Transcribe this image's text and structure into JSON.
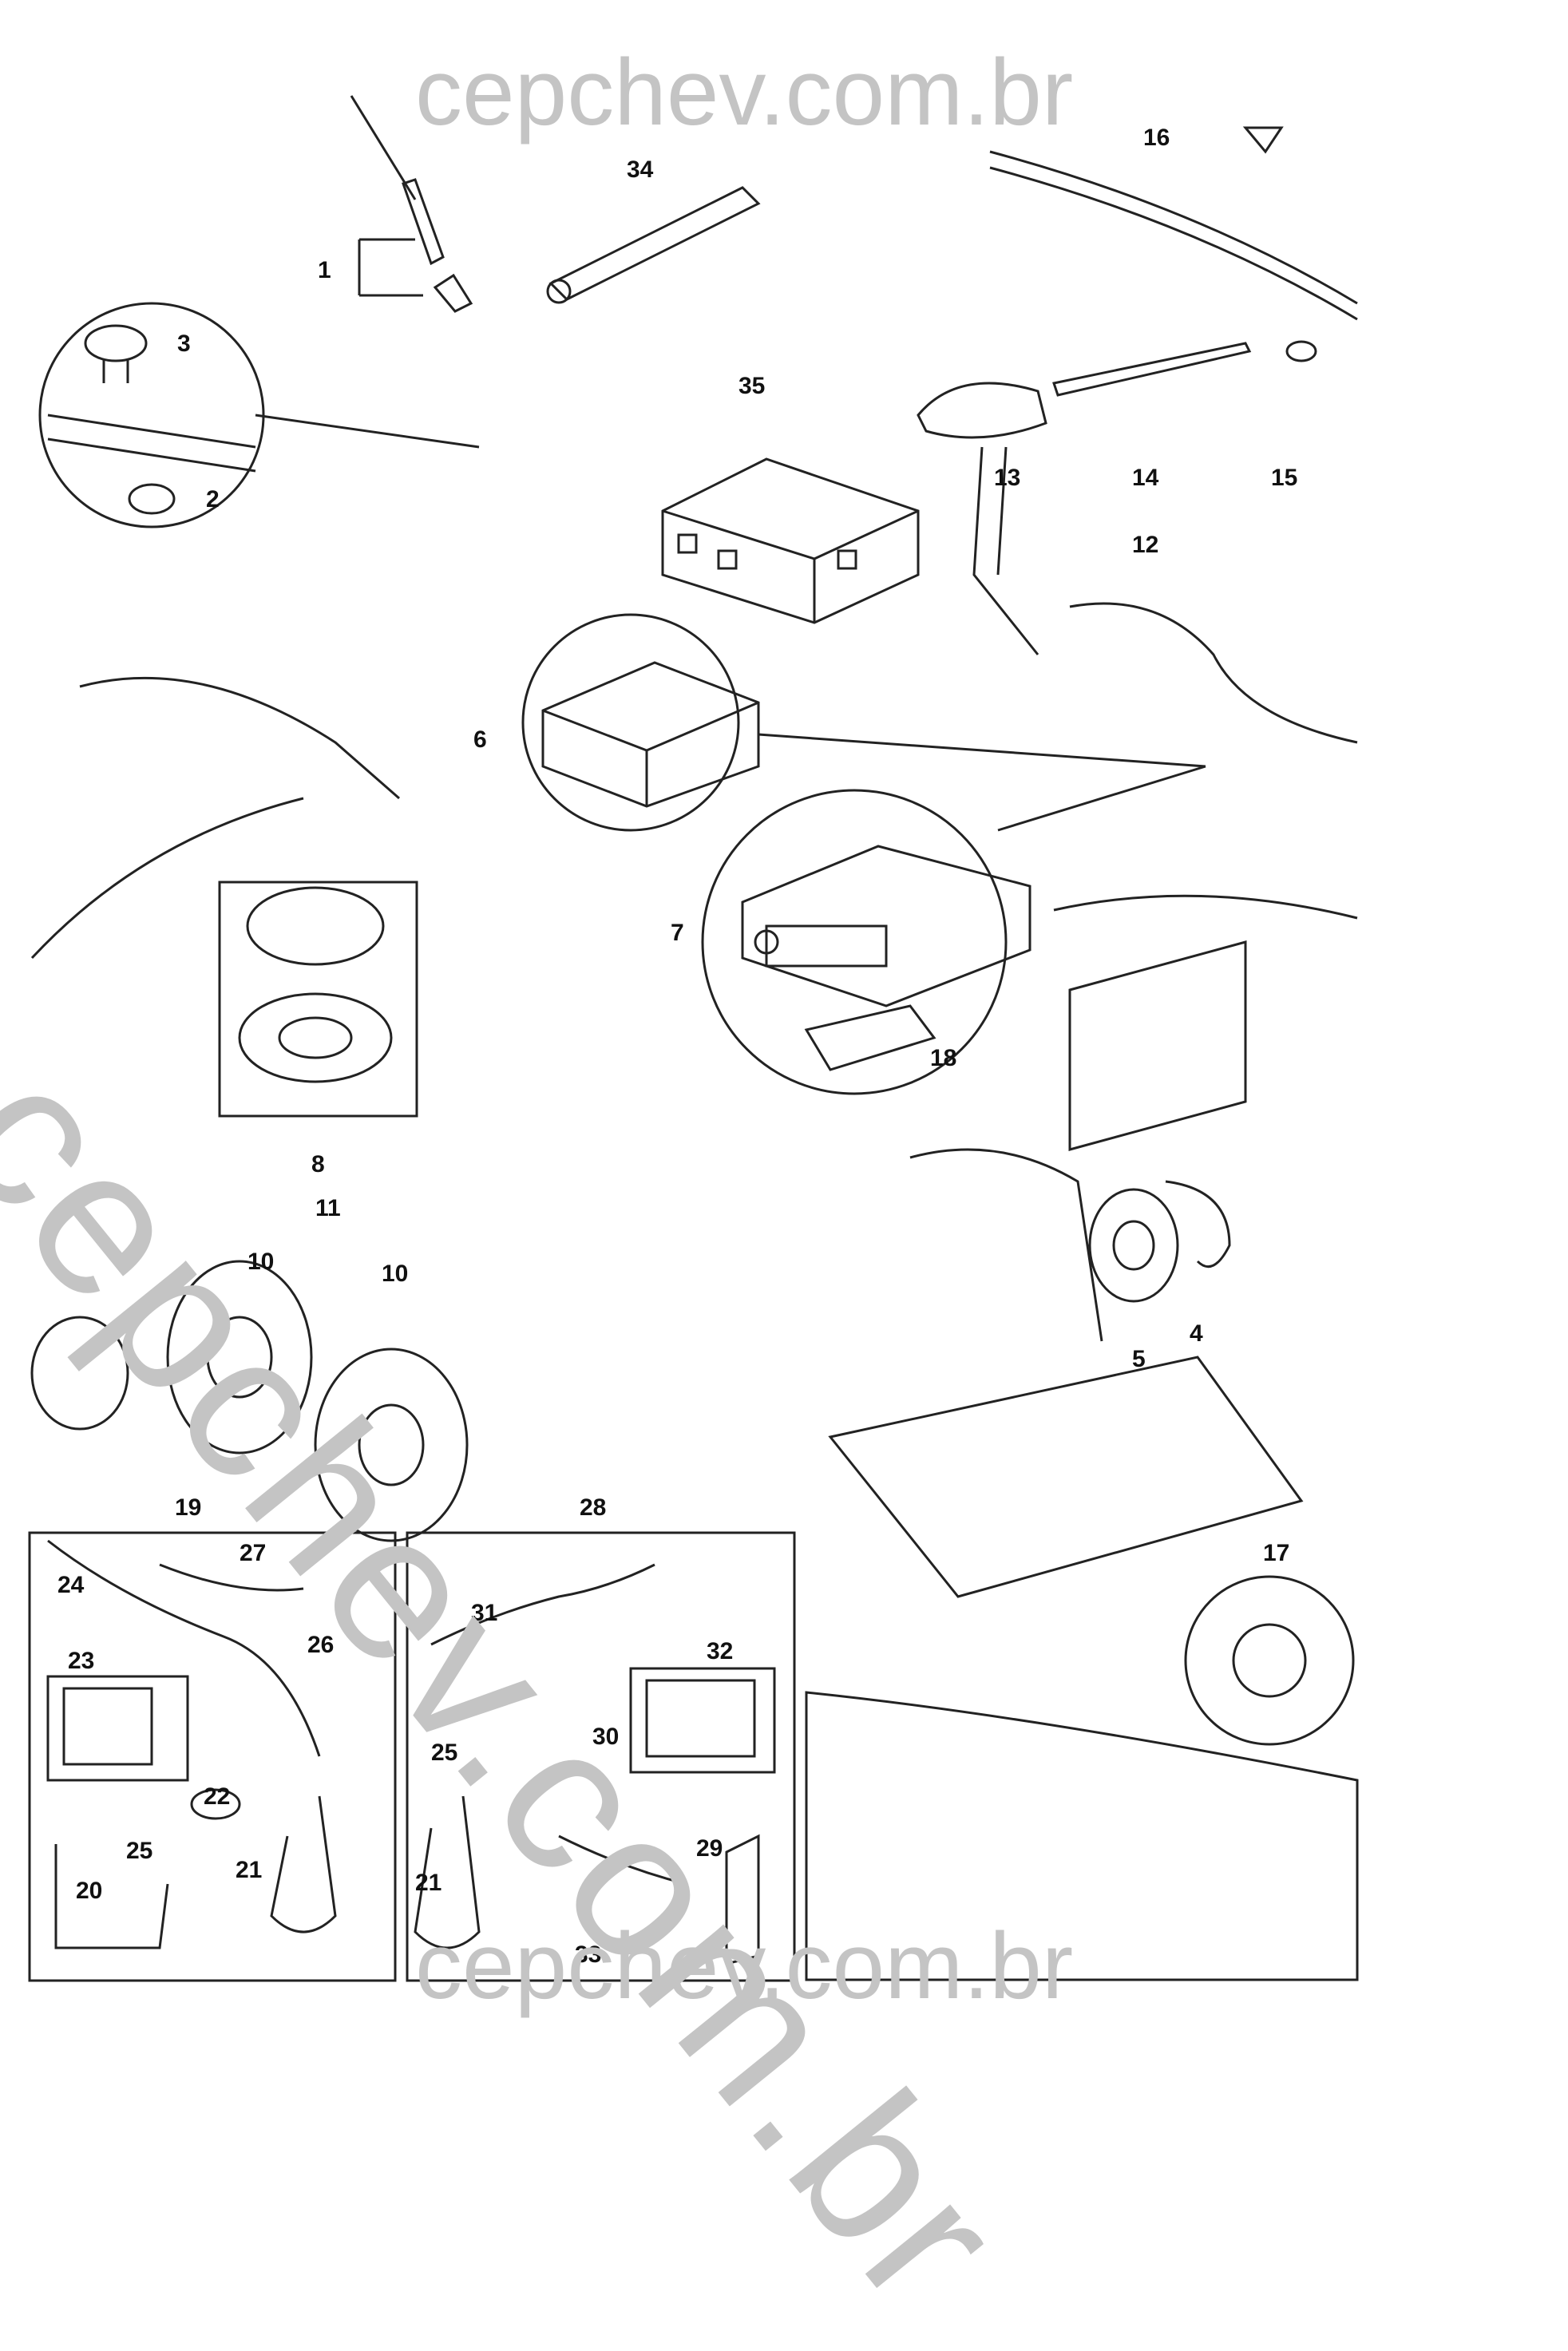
{
  "watermark": {
    "top": "cepchev.com.br",
    "bottom": "cepchev.com.br",
    "diagonal": "cepchev.com.br"
  },
  "callouts": [
    "1",
    "2",
    "3",
    "34",
    "35",
    "16",
    "13",
    "14",
    "15",
    "12",
    "6",
    "7",
    "18",
    "8",
    "11",
    "10",
    "10",
    "5",
    "4",
    "19",
    "27",
    "24",
    "26",
    "23",
    "22",
    "25",
    "20",
    "21",
    "28",
    "31",
    "32",
    "25",
    "30",
    "29",
    "21",
    "33",
    "17"
  ]
}
